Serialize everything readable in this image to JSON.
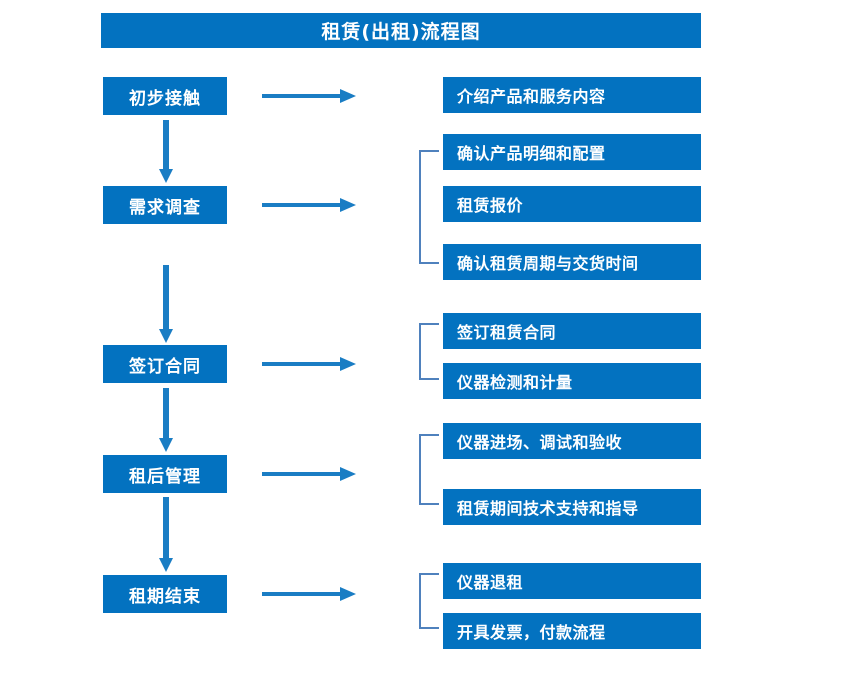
{
  "title": "租赁(出租)流程图",
  "colors": {
    "box_fill": "#0372c0",
    "box_text": "#ffffff",
    "arrow": "#1a7dc4",
    "bracket": "#4f81bd",
    "background": "#ffffff"
  },
  "stages": [
    {
      "label": "初步接触"
    },
    {
      "label": "需求调查"
    },
    {
      "label": "签订合同"
    },
    {
      "label": "租后管理"
    },
    {
      "label": "租期结束"
    }
  ],
  "details": [
    {
      "label": "介绍产品和服务内容"
    },
    {
      "label": "确认产品明细和配置"
    },
    {
      "label": "租赁报价"
    },
    {
      "label": "确认租赁周期与交货时间"
    },
    {
      "label": "签订租赁合同"
    },
    {
      "label": "仪器检测和计量"
    },
    {
      "label": "仪器进场、调试和验收"
    },
    {
      "label": "租赁期间技术支持和指导"
    },
    {
      "label": "仪器退租"
    },
    {
      "label": "开具发票，付款流程"
    }
  ],
  "groups": [
    {
      "stage": "初步接触",
      "details": [
        "介绍产品和服务内容"
      ],
      "bracketed": false
    },
    {
      "stage": "需求调查",
      "details": [
        "确认产品明细和配置",
        "租赁报价",
        "确认租赁周期与交货时间"
      ],
      "bracketed": true
    },
    {
      "stage": "签订合同",
      "details": [
        "签订租赁合同",
        "仪器检测和计量"
      ],
      "bracketed": true
    },
    {
      "stage": "租后管理",
      "details": [
        "仪器进场、调试和验收",
        "租赁期间技术支持和指导"
      ],
      "bracketed": true
    },
    {
      "stage": "租期结束",
      "details": [
        "仪器退租",
        "开具发票，付款流程"
      ],
      "bracketed": true
    }
  ]
}
